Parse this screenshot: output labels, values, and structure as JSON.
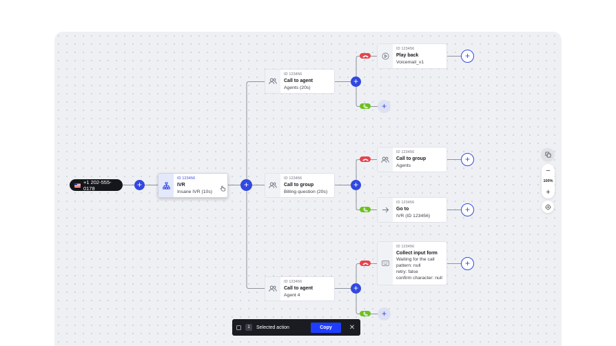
{
  "start": {
    "phone": "+1 202-555-0178",
    "icon": "us-flag-icon"
  },
  "ivr": {
    "id": "ID 123456",
    "title": "IVR",
    "sub": "Insane IVR (10s)"
  },
  "n_agent1": {
    "id": "ID 123456",
    "title": "Call to agent",
    "sub": "Agents (20s)"
  },
  "n_group1": {
    "id": "ID 123456",
    "title": "Call to group",
    "sub": "Billing question (20s)"
  },
  "n_agent2": {
    "id": "ID 123456",
    "title": "Call to agent",
    "sub": "Agent 4"
  },
  "n_playback": {
    "id": "ID 123456",
    "title": "Play back",
    "sub": "Voicemail_v1"
  },
  "n_group2": {
    "id": "ID 123456",
    "title": "Call to group",
    "sub": "Agents"
  },
  "n_goto": {
    "id": "ID 123456",
    "title": "Go to",
    "sub": "IVR (ID 123456)"
  },
  "n_form": {
    "id": "ID 123456",
    "title": "Collect input form",
    "lines": [
      "Waiting for the call",
      "pattern: null",
      "retry: false",
      "confirm character: null"
    ]
  },
  "plus_glyph": "+",
  "zoom": {
    "minus": "−",
    "level": "100%",
    "plus": "+"
  },
  "toolbar": {
    "count": "1",
    "label": "Selected action",
    "copy": "Copy",
    "close": "✕"
  },
  "colors": {
    "accent": "#3248e0",
    "busy": "#e8434a",
    "answered": "#6cc11f",
    "dark": "#14161b",
    "copy": "#1f3dff"
  }
}
